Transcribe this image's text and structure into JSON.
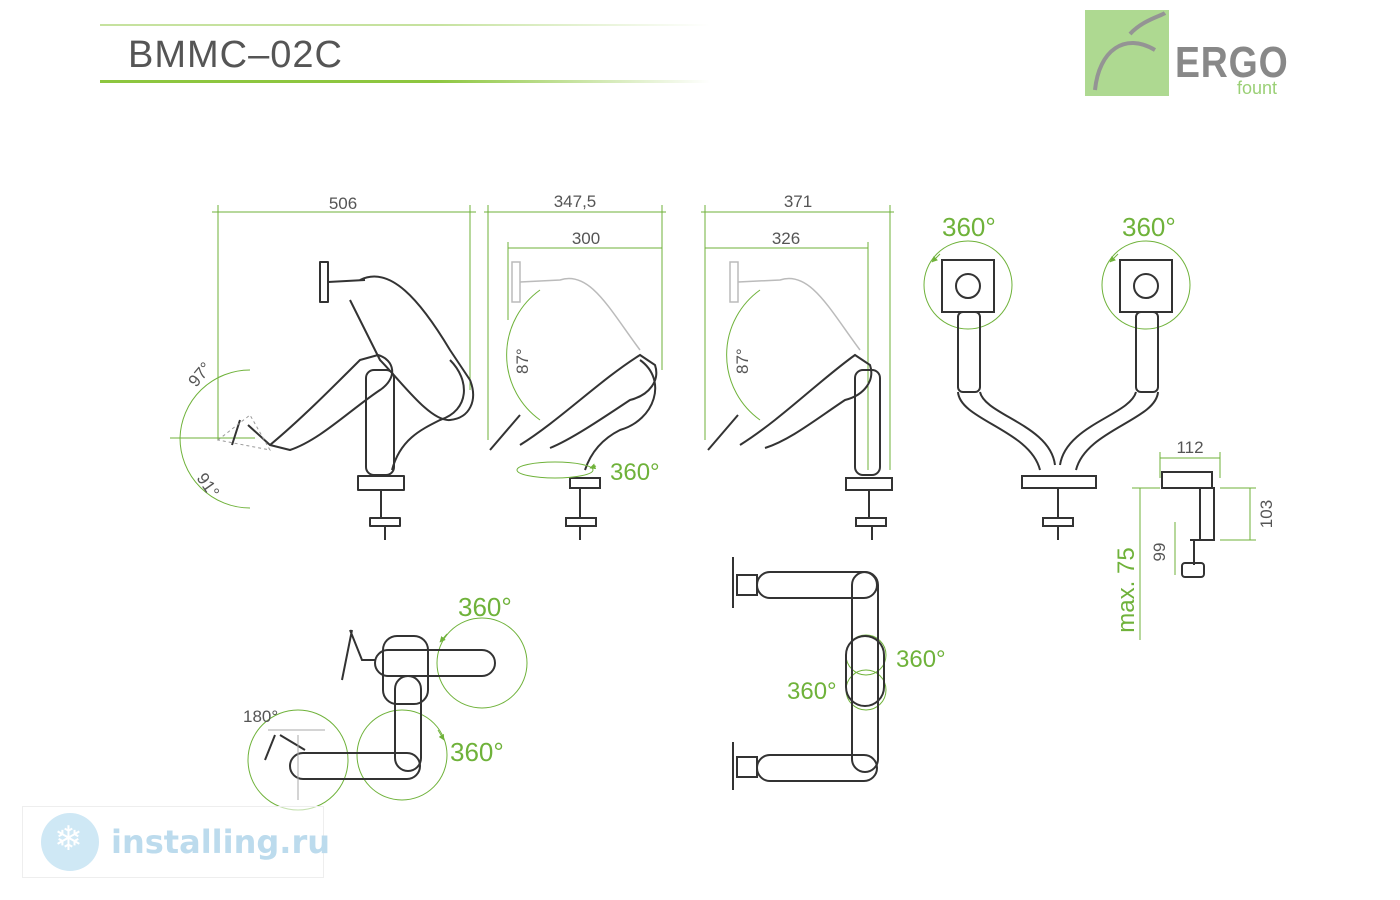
{
  "header": {
    "model": "BMMC–02C"
  },
  "logo": {
    "word": "ERGO",
    "sub": "fount"
  },
  "dimensions": {
    "reach_1": "506",
    "reach_2_outer": "347,5",
    "reach_2_inner": "300",
    "reach_3_outer": "371",
    "reach_3_inner": "326",
    "tilt_up": "97°",
    "tilt_down": "91°",
    "lift_2": "87°",
    "lift_3": "87°",
    "clamp_width": "112",
    "clamp_height": "103",
    "clamp_depth": "99",
    "desk_max": "max. 75"
  },
  "rotations": {
    "base_swivel": "360°",
    "vesa_left": "360°",
    "vesa_right": "360°",
    "top_joint": "360°",
    "mid_joint": "360°",
    "tilt_180": "180°",
    "dual_upper": "360°",
    "dual_lower": "360°"
  },
  "watermark": {
    "text": "installing.ru"
  },
  "colors": {
    "accent": "#8dc63f",
    "line": "#333333",
    "dim": "#666666"
  }
}
